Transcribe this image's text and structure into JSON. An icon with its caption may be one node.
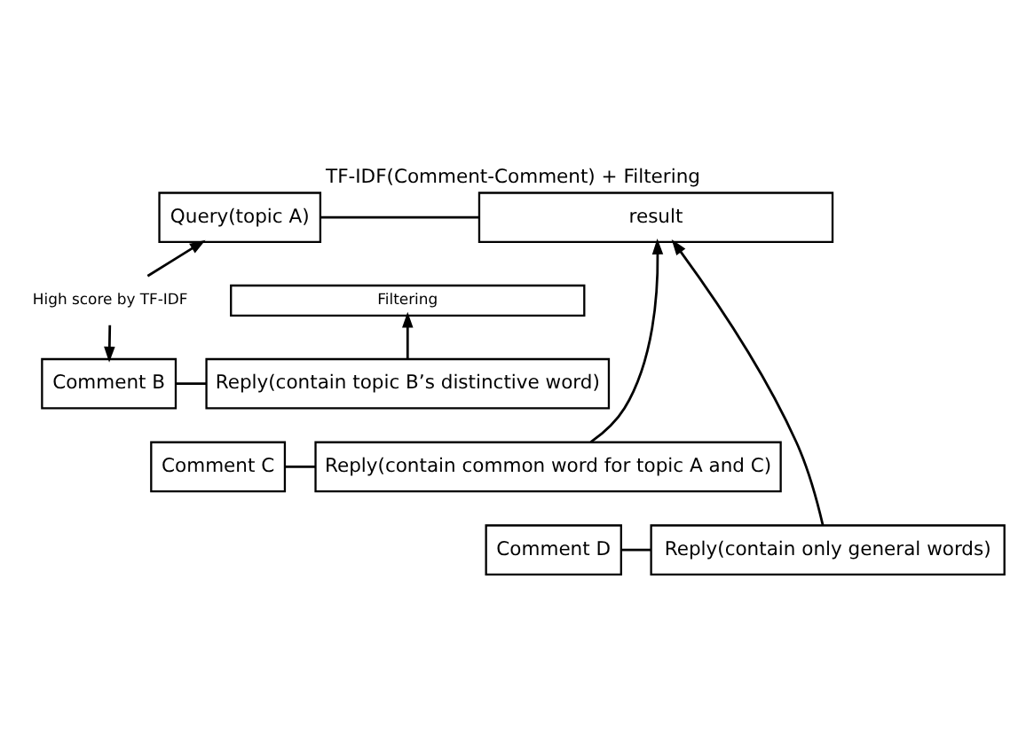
{
  "diagram": {
    "title": "TF-IDF(Comment-Comment) + Filtering",
    "nodes": [
      {
        "text": [
          "Query(topic A)"
        ]
      },
      {
        "text": [
          "result"
        ]
      },
      {
        "text": [
          "High score by TF-IDF"
        ]
      },
      {
        "text": [
          "Filtering"
        ]
      },
      {
        "text": [
          "Comment B"
        ]
      },
      {
        "text": [
          "Reply(contain topic B’s distinctive word)"
        ]
      },
      {
        "text": [
          "Comment C"
        ]
      },
      {
        "text": [
          "Reply(contain common word for topic A and C)"
        ]
      },
      {
        "text": [
          "Comment D"
        ]
      },
      {
        "text": [
          "Reply(contain only general words)"
        ]
      }
    ],
    "edges": [
      {
        "from": 0,
        "to": 1,
        "arrow": "none"
      },
      {
        "from": 2,
        "to": 0,
        "arrow": "to"
      },
      {
        "from": 2,
        "to": 4,
        "arrow": "to"
      },
      {
        "from": 4,
        "to": 5,
        "arrow": "none"
      },
      {
        "from": 5,
        "to": 3,
        "arrow": "to"
      },
      {
        "from": 6,
        "to": 7,
        "arrow": "none"
      },
      {
        "from": 7,
        "to": 1,
        "arrow": "to"
      },
      {
        "from": 8,
        "to": 9,
        "arrow": "none"
      },
      {
        "from": 9,
        "to": 1,
        "arrow": "to"
      }
    ]
  }
}
